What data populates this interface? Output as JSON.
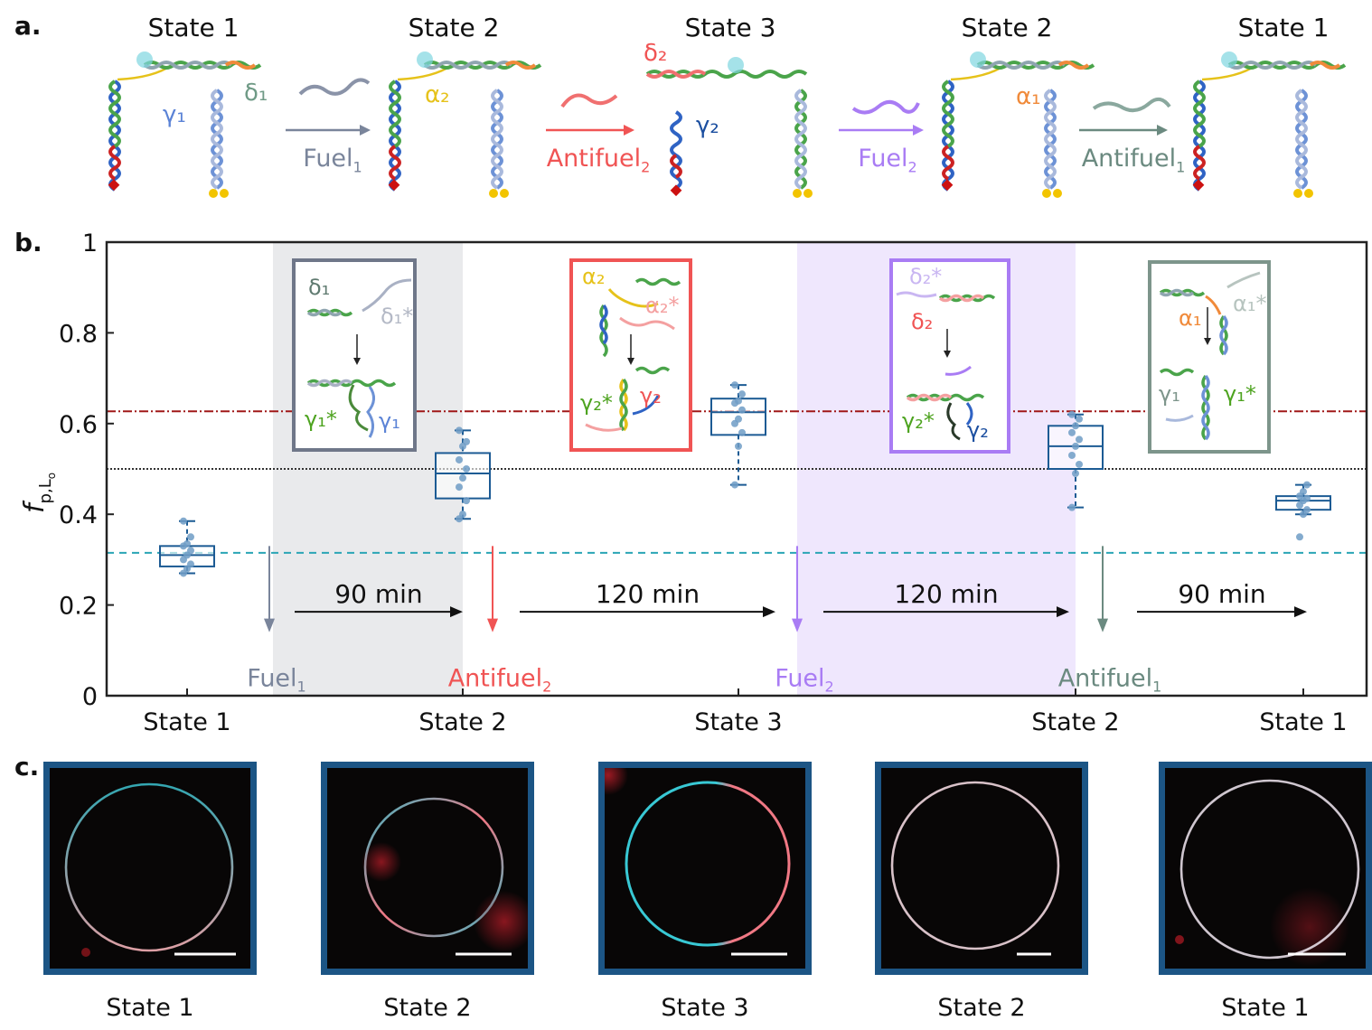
{
  "panels": {
    "a": "a.",
    "b": "b.",
    "c": "c."
  },
  "states": [
    "State 1",
    "State 2",
    "State 3",
    "State 2",
    "State 1"
  ],
  "panel_a": {
    "labels": {
      "gamma1": "γ₁",
      "delta1": "δ₁",
      "alpha2": "α₂",
      "delta2": "δ₂",
      "gamma2": "γ₂",
      "alpha1": "α₁"
    },
    "reagents": [
      {
        "name": "Fuel",
        "sub": "1",
        "color": "#7a859b"
      },
      {
        "name": "Antifuel",
        "sub": "2",
        "color": "#f05454"
      },
      {
        "name": "Fuel",
        "sub": "2",
        "color": "#a97cf4"
      },
      {
        "name": "Antifuel",
        "sub": "1",
        "color": "#6b8a80"
      }
    ]
  },
  "chart_data": {
    "type": "box",
    "ylabel": "f",
    "ylabel_sub": "p,L",
    "ylabel_subsub": "o",
    "ylim": [
      0,
      1
    ],
    "yticks": [
      "0",
      "0.2",
      "0.4",
      "0.6",
      "0.8",
      "1"
    ],
    "categories": [
      "State 1",
      "State 2",
      "State 3",
      "State 2",
      "State 1"
    ],
    "boxes": [
      {
        "x": 0,
        "min": 0.27,
        "q1": 0.285,
        "median": 0.31,
        "q3": 0.33,
        "max": 0.385,
        "points": [
          0.27,
          0.28,
          0.29,
          0.3,
          0.31,
          0.32,
          0.33,
          0.335,
          0.35,
          0.385
        ]
      },
      {
        "x": 1,
        "min": 0.39,
        "q1": 0.435,
        "median": 0.49,
        "q3": 0.535,
        "max": 0.585,
        "points": [
          0.39,
          0.4,
          0.43,
          0.46,
          0.48,
          0.5,
          0.52,
          0.55,
          0.56,
          0.585
        ]
      },
      {
        "x": 2,
        "min": 0.465,
        "q1": 0.575,
        "median": 0.625,
        "q3": 0.655,
        "max": 0.685,
        "points": [
          0.465,
          0.55,
          0.58,
          0.6,
          0.61,
          0.63,
          0.645,
          0.65,
          0.665,
          0.685
        ]
      },
      {
        "x": 3,
        "min": 0.415,
        "q1": 0.5,
        "median": 0.55,
        "q3": 0.595,
        "max": 0.62,
        "points": [
          0.415,
          0.49,
          0.51,
          0.53,
          0.55,
          0.565,
          0.58,
          0.595,
          0.61,
          0.62
        ]
      },
      {
        "x": 4,
        "min": 0.4,
        "q1": 0.41,
        "median": 0.43,
        "q3": 0.44,
        "max": 0.465,
        "points": [
          0.35,
          0.4,
          0.41,
          0.42,
          0.43,
          0.435,
          0.44,
          0.45,
          0.465
        ]
      }
    ],
    "reference_lines": [
      {
        "value": 0.627,
        "color": "#a01818",
        "style": "dash-dot"
      },
      {
        "value": 0.5,
        "color": "#333333",
        "style": "dotted"
      },
      {
        "value": 0.315,
        "color": "#2aa5b5",
        "style": "dashed"
      }
    ],
    "shaded_regions": [
      {
        "from_state": 0,
        "color": "#e9eaec"
      },
      {
        "from_state": 2,
        "color": "#efe7fd"
      }
    ],
    "additions": [
      {
        "name": "Fuel",
        "sub": "1",
        "color": "#7a859b"
      },
      {
        "name": "Antifuel",
        "sub": "2",
        "color": "#f05454"
      },
      {
        "name": "Fuel",
        "sub": "2",
        "color": "#a97cf4"
      },
      {
        "name": "Antifuel",
        "sub": "1",
        "color": "#6b8a80"
      }
    ],
    "intervals": [
      "90 min",
      "120 min",
      "120 min",
      "90 min"
    ],
    "insets": [
      {
        "color": "#6f7789",
        "labels": [
          "δ₁",
          "δ₁*",
          "γ₁*",
          "γ₁"
        ]
      },
      {
        "color": "#f05454",
        "labels": [
          "α₂",
          "α₂*",
          "γ₂*",
          "γ₂"
        ]
      },
      {
        "color": "#a97cf4",
        "labels": [
          "δ₂*",
          "δ₂",
          "γ₂*",
          "γ₂"
        ]
      },
      {
        "color": "#7d958b",
        "labels": [
          "α₁",
          "α₁*",
          "γ₁",
          "γ₁*"
        ]
      }
    ]
  },
  "panel_c": {
    "captions": [
      "State 1",
      "State 2",
      "State 3",
      "State 2",
      "State 1"
    ]
  }
}
